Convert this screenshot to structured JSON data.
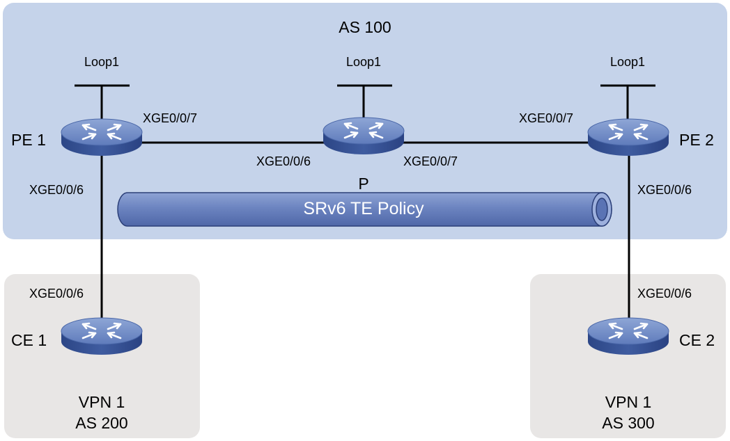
{
  "zones": {
    "as100": "AS 100",
    "site1": {
      "vpn": "VPN 1",
      "as": "AS 200"
    },
    "site2": {
      "vpn": "VPN 1",
      "as": "AS 300"
    }
  },
  "devices": {
    "pe1": {
      "name": "PE 1",
      "loopback": "Loop1"
    },
    "p": {
      "name": "P",
      "loopback": "Loop1"
    },
    "pe2": {
      "name": "PE 2",
      "loopback": "Loop1"
    },
    "ce1": {
      "name": "CE 1"
    },
    "ce2": {
      "name": "CE 2"
    }
  },
  "interfaces": {
    "pe1_to_p": "XGE0/0/7",
    "p_to_pe1": "XGE0/0/6",
    "p_to_pe2": "XGE0/0/7",
    "pe2_to_p": "XGE0/0/7",
    "pe1_to_ce1": "XGE0/0/6",
    "ce1_to_pe1": "XGE0/0/6",
    "pe2_to_ce2": "XGE0/0/6",
    "ce2_to_pe2": "XGE0/0/6"
  },
  "tunnel": {
    "label": "SRv6 TE Policy"
  },
  "colors": {
    "as100_zone": "#c5d3ea",
    "site_zone": "#e8e6e5",
    "router_top": "#6d88c3",
    "router_side": "#2e4787",
    "tunnel_fill": "#6c84c0",
    "link": "#000000"
  }
}
